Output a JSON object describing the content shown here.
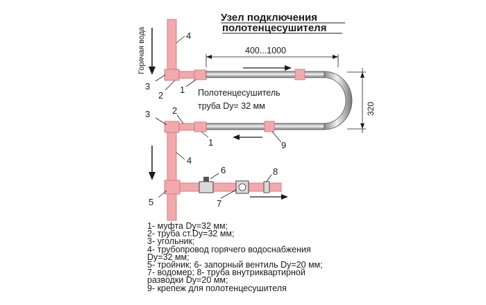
{
  "title": {
    "line1": "Узел подключения",
    "line2": "полотенцесушителя"
  },
  "dimensions": {
    "width": "400...1000",
    "height": "320"
  },
  "vertical_label": "Горячая вода",
  "callouts": {
    "n1": "1",
    "n2": "2",
    "n3": "3",
    "n4": "4",
    "n5": "5",
    "n6": "6",
    "n7": "7",
    "n8": "8",
    "n9": "9"
  },
  "dryer_label": {
    "line1": "Полотенцесушитель",
    "line2": "труба Dy= 32 мм"
  },
  "legend": [
    "1- муфта Dy=32 мм;",
    "2- труба ст.Dy=32 мм;",
    "3- угольник;",
    "4- трубопровод горячего водоснабжения",
    "Dy=32 мм;",
    "5- тройник; 6- запорный вентиль Dy=20 мм;",
    "7- водомер; 8- труба внутриквартирной",
    "разводки Dy=20 мм;",
    "9- крепеж для полотенцесушителя"
  ],
  "colors": {
    "pipe": "#f2a9ac",
    "pipe_edge": "#c96f74",
    "steel": "#c8c8c8",
    "steel_edge": "#555555"
  }
}
